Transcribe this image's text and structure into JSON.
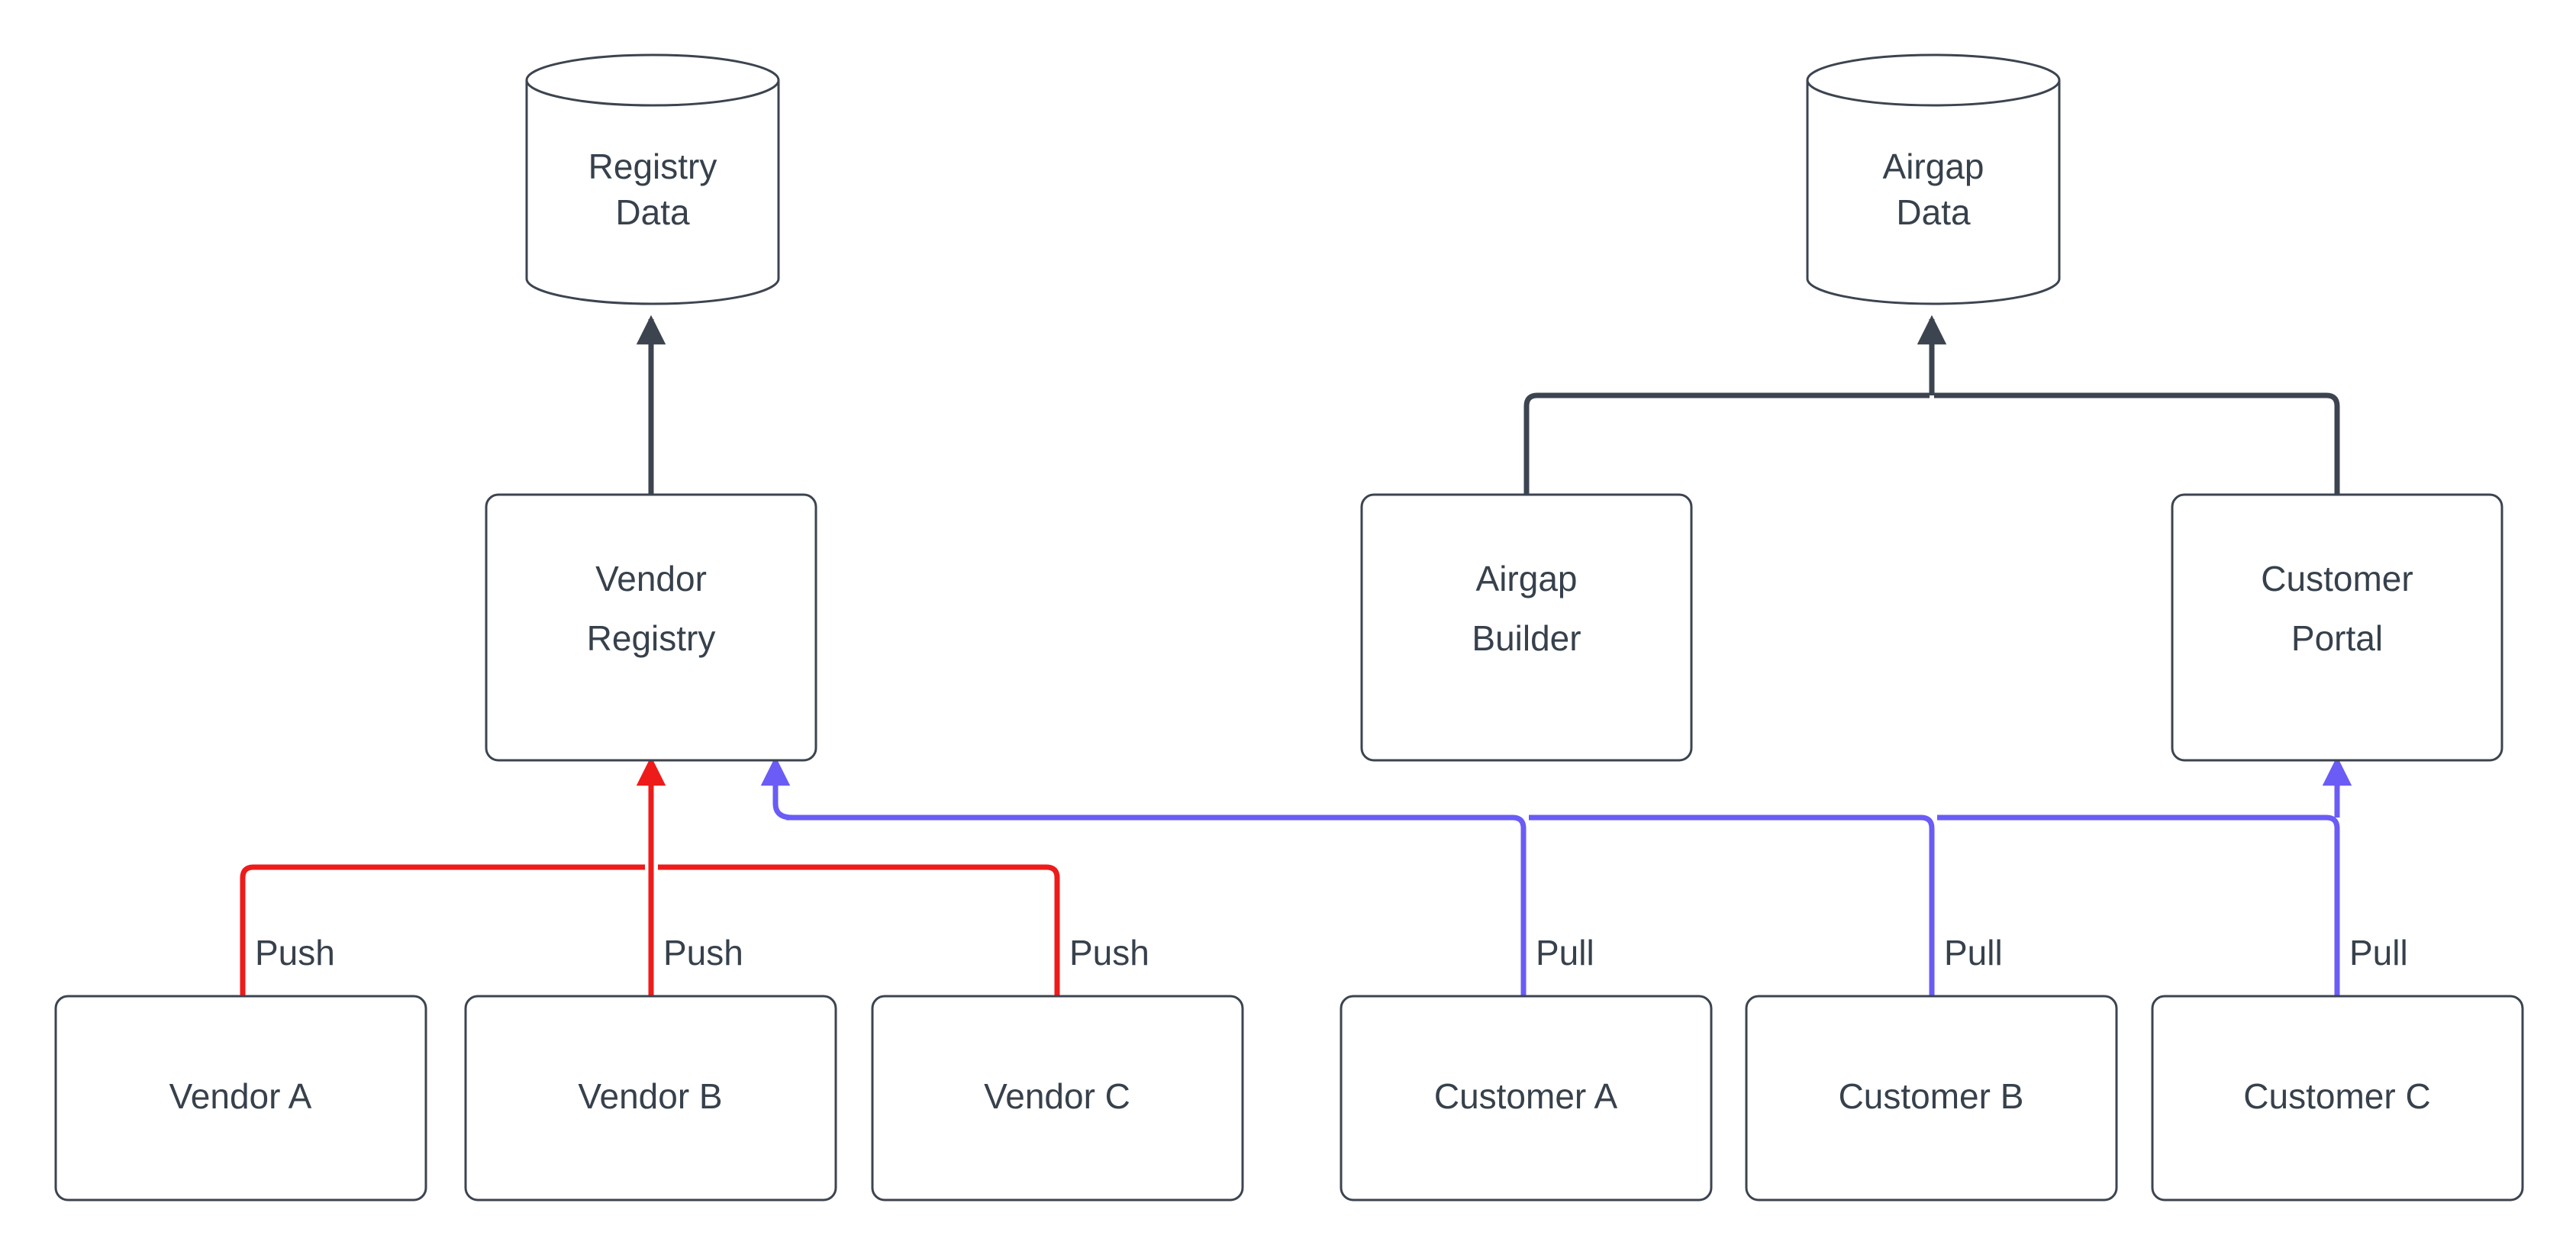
{
  "diagram": {
    "type": "flow-diagram",
    "background_color": "#ffffff",
    "colors": {
      "node_stroke": "#3c4450",
      "node_fill": "#ffffff",
      "text": "#37414c",
      "push_edge": "#ee1b1b",
      "pull_edge": "#6a5cf5",
      "data_edge": "#3c4450"
    },
    "nodes": {
      "registry_data": {
        "label_line1": "Registry",
        "label_line2": "Data",
        "shape": "cylinder"
      },
      "airgap_data": {
        "label_line1": "Airgap",
        "label_line2": "Data",
        "shape": "cylinder"
      },
      "vendor_registry": {
        "label_line1": "Vendor",
        "label_line2": "Registry",
        "shape": "rounded-rect"
      },
      "airgap_builder": {
        "label_line1": "Airgap",
        "label_line2": "Builder",
        "shape": "rounded-rect"
      },
      "customer_portal": {
        "label_line1": "Customer",
        "label_line2": "Portal",
        "shape": "rounded-rect"
      },
      "vendor_a": {
        "label": "Vendor A",
        "shape": "rounded-rect"
      },
      "vendor_b": {
        "label": "Vendor B",
        "shape": "rounded-rect"
      },
      "vendor_c": {
        "label": "Vendor C",
        "shape": "rounded-rect"
      },
      "customer_a": {
        "label": "Customer A",
        "shape": "rounded-rect"
      },
      "customer_b": {
        "label": "Customer B",
        "shape": "rounded-rect"
      },
      "customer_c": {
        "label": "Customer C",
        "shape": "rounded-rect"
      }
    },
    "edge_labels": {
      "push_a": "Push",
      "push_b": "Push",
      "push_c": "Push",
      "pull_a": "Pull",
      "pull_b": "Pull",
      "pull_c": "Pull"
    },
    "edges": [
      {
        "from": "vendor_registry",
        "to": "registry_data",
        "color": "#3c4450",
        "label": ""
      },
      {
        "from": "airgap_builder",
        "to": "airgap_data",
        "color": "#3c4450",
        "label": ""
      },
      {
        "from": "customer_portal",
        "to": "airgap_data",
        "color": "#3c4450",
        "label": ""
      },
      {
        "from": "vendor_a",
        "to": "vendor_registry",
        "color": "#ee1b1b",
        "label": "Push"
      },
      {
        "from": "vendor_b",
        "to": "vendor_registry",
        "color": "#ee1b1b",
        "label": "Push"
      },
      {
        "from": "vendor_c",
        "to": "vendor_registry",
        "color": "#ee1b1b",
        "label": "Push"
      },
      {
        "from": "customer_a",
        "to": "vendor_registry",
        "color": "#6a5cf5",
        "label": "Pull"
      },
      {
        "from": "customer_b",
        "to": "vendor_registry",
        "color": "#6a5cf5",
        "label": "Pull"
      },
      {
        "from": "customer_c",
        "to": "customer_portal",
        "color": "#6a5cf5",
        "label": "Pull"
      }
    ]
  }
}
